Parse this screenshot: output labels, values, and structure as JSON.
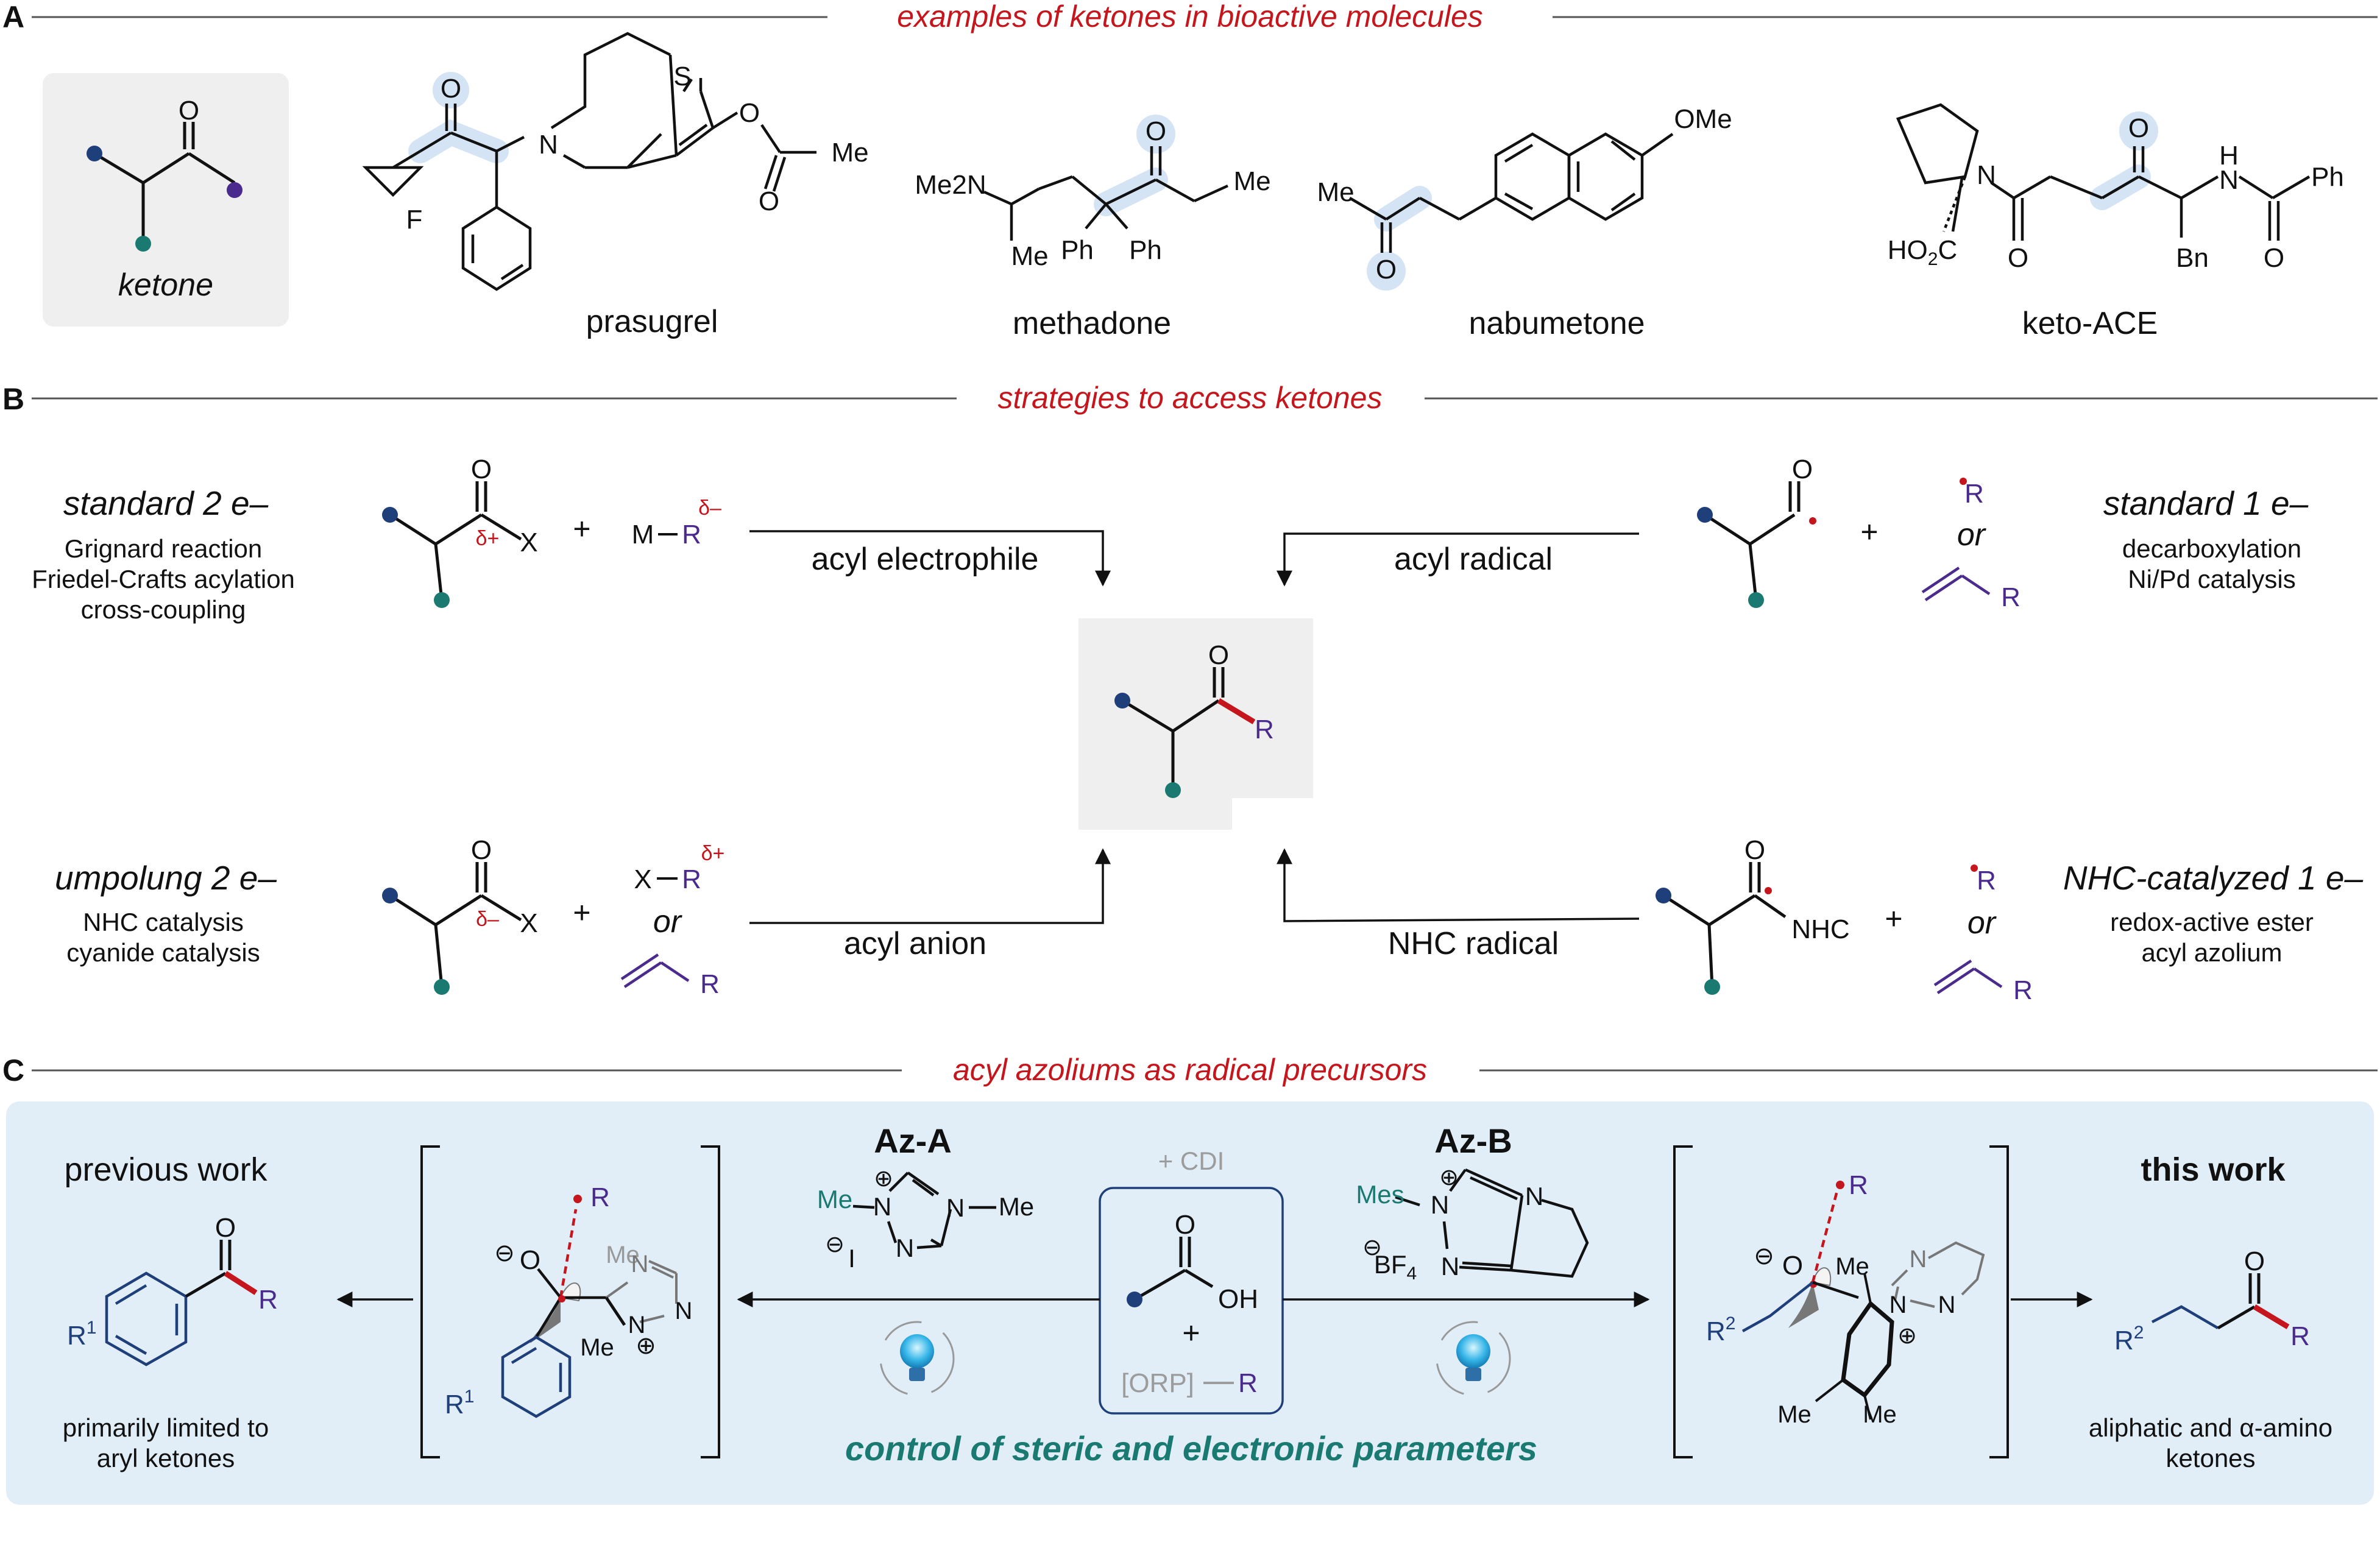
{
  "colors": {
    "red_title": "#c4161c",
    "navy": "#1f3f7a",
    "teal": "#1a7a72",
    "purple": "#4a2a8c",
    "rule": "#555555",
    "bond": "#111111",
    "highlight": "#d5e4f4",
    "panelC_bg": "#e1eef8",
    "box_gray": "#efefef",
    "gray_text": "#9c9c9c"
  },
  "sections": {
    "A": {
      "letter": "A",
      "title": "examples of ketones in bioactive molecules"
    },
    "B": {
      "letter": "B",
      "title": "strategies to access ketones"
    },
    "C": {
      "letter": "C",
      "title": "acyl azoliums as radical precursors"
    }
  },
  "panel_a": {
    "ketone_label": "ketone",
    "molecules": [
      {
        "name": "prasugrel",
        "atoms": {
          "O": "O",
          "N": "N",
          "S": "S",
          "F": "F",
          "O2": "O",
          "O3": "O",
          "Me": "Me"
        }
      },
      {
        "name": "methadone",
        "atoms": {
          "O": "O",
          "NMe2": "Me2N",
          "Me": "Me",
          "Ph1": "Ph",
          "Ph2": "Ph",
          "Me2": "Me"
        }
      },
      {
        "name": "nabumetone",
        "atoms": {
          "Me": "Me",
          "O": "O",
          "OMe": "OMe"
        }
      },
      {
        "name": "keto-ACE",
        "atoms": {
          "N": "N",
          "O": "O",
          "NH": "H\nN",
          "Ph": "Ph",
          "CO2H": "HO2C",
          "O2": "O",
          "Bn": "Bn",
          "O3": "O"
        }
      }
    ]
  },
  "panel_b": {
    "strategies": {
      "tl": {
        "title": "standard 2 e–",
        "lines": [
          "Grignard reaction",
          "Friedel-Crafts acylation",
          "cross-coupling"
        ]
      },
      "tr": {
        "title": "standard 1 e–",
        "lines": [
          "decarboxylation",
          "Ni/Pd catalysis"
        ]
      },
      "bl": {
        "title": "umpolung 2 e–",
        "lines": [
          "NHC catalysis",
          "cyanide catalysis"
        ]
      },
      "br": {
        "title": "NHC-catalyzed 1 e–",
        "lines": [
          "redox-active ester",
          "acyl azolium"
        ]
      }
    },
    "arrow_labels": {
      "tl": "acyl electrophile",
      "tr": "acyl radical",
      "bl": "acyl anion",
      "br": "NHC radical"
    },
    "labels": {
      "O": "O",
      "X": "X",
      "R": "R",
      "M": "M",
      "plus": "+",
      "or": "or",
      "NHC": "NHC",
      "delta_plus": "δ+",
      "delta_minus": "δ–",
      "bond_dash": "—"
    }
  },
  "panel_c": {
    "previous_work": "previous work",
    "prev_note": [
      "primarily limited to",
      "aryl ketones"
    ],
    "this_work": "this work",
    "this_note": [
      "aliphatic and α-amino",
      "ketones"
    ],
    "az_a": "Az-A",
    "az_b": "Az-B",
    "cdi": "+ CDI",
    "oh": "OH",
    "orp": "[ORP]",
    "plus": "+",
    "control": "control of steric and electronic parameters",
    "atoms": {
      "O": "O",
      "R": "R",
      "R1": "R",
      "R2": "R",
      "sup1": "1",
      "sup2": "2",
      "Me": "Me",
      "N": "N",
      "I": "I",
      "BF4": "BF",
      "sub4": "4",
      "Mes": "Mes",
      "oplus": "⊕",
      "ominus": "⊖"
    }
  }
}
